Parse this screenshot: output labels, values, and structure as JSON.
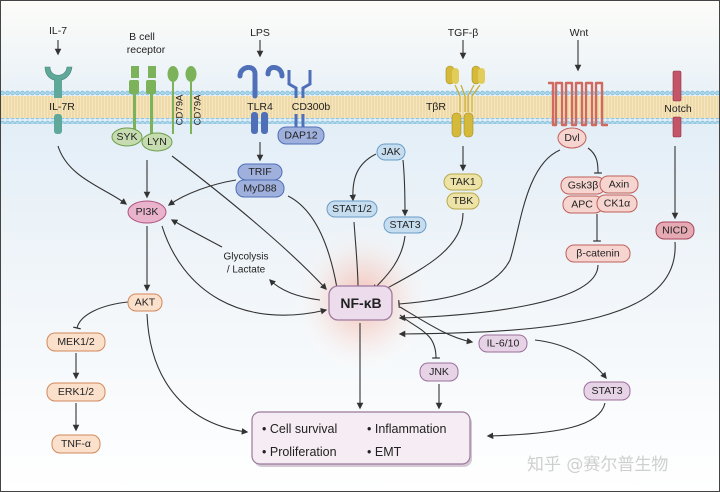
{
  "ligands": {
    "il7": "IL-7",
    "bcr_line1": "B cell",
    "bcr_line2": "receptor",
    "lps": "LPS",
    "tgfb": "TGF-β",
    "wnt": "Wnt"
  },
  "receptors": {
    "il7r": "IL-7R",
    "cd79a_1": "CD79A",
    "cd79a_2": "CD79A",
    "tlr4": "TLR4",
    "cd300b": "CD300b",
    "tbr": "TβR",
    "notch": "Notch"
  },
  "nodes": {
    "syk": "SYK",
    "lyn": "LYN",
    "dap12": "DAP12",
    "trif": "TRIF",
    "myd88": "MyD88",
    "jak": "JAK",
    "stat12": "STAT1/2",
    "stat3_top": "STAT3",
    "tak1": "TAK1",
    "tbk": "TBK",
    "dvl": "Dvl",
    "gsk3b": "Gsk3β",
    "axin": "Axin",
    "apc": "APC",
    "ck1a": "CK1α",
    "bcatenin": "β-catenin",
    "nicd": "NICD",
    "pi3k": "PI3K",
    "glyco_line1": "Glycolysis",
    "glyco_line2": "/ Lactate",
    "nfkb": "NF-κB",
    "akt": "AKT",
    "mek": "MEK1/2",
    "erk": "ERK1/2",
    "tnfa": "TNF-α",
    "il610": "IL-6/10",
    "jnk": "JNK",
    "stat3_bottom": "STAT3"
  },
  "outcomes": [
    "Cell survival",
    "Inflammation",
    "Proliferation",
    "EMT"
  ],
  "watermark": "知乎 @赛尔普生物",
  "colors": {
    "membrane_head": "#8cc8e2",
    "membrane_tail": "#f2dfad",
    "cytoplasm": "#e3eef7",
    "il7r": "#5fa89a",
    "bcr": "#7cb35a",
    "tlr4": "#4f6fb8",
    "tbr": "#d4b93a",
    "wnt": "#d06a60",
    "notch": "#c45468",
    "nfkb_glow": "#f4b3a3"
  }
}
